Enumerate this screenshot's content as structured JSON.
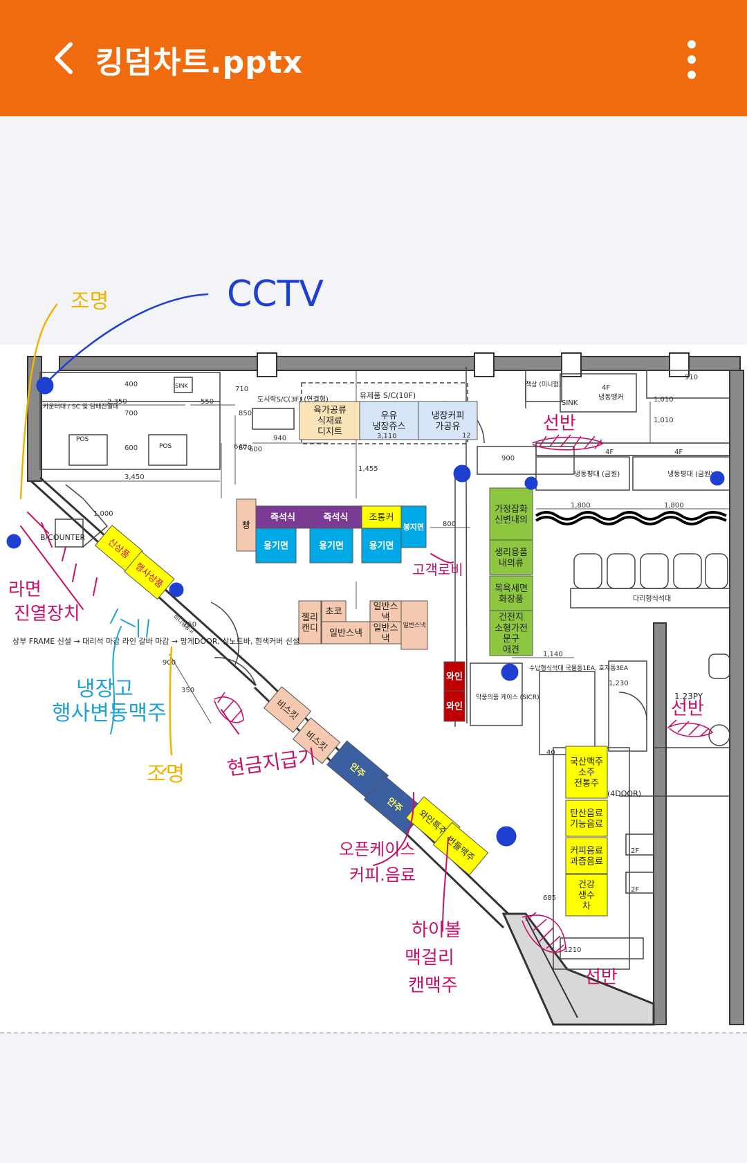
{
  "app_bar": {
    "title": "킹덤차트.pptx",
    "back_icon": "chevron-left-icon",
    "menu_icon": "more-vert-icon",
    "color": "#ef6b0e"
  },
  "plan": {
    "product_blocks": [
      {
        "label": "육가공류\n식재료\n디지트",
        "color": "#fbe3b8"
      },
      {
        "label": "우유\n냉장쥬스",
        "color": "#d6e6f6"
      },
      {
        "label": "냉장커피\n가공유",
        "color": "#d6e6f6"
      },
      {
        "label": "빵",
        "color": "#f5c9b0"
      },
      {
        "label": "즉석식",
        "color": "#7b3b94"
      },
      {
        "label": "즉석식",
        "color": "#7b3b94"
      },
      {
        "label": "조통커",
        "color": "#ffff00"
      },
      {
        "label": "봉지면",
        "color": "#00a8e6"
      },
      {
        "label": "용기면",
        "color": "#00a8e6"
      },
      {
        "label": "용기면",
        "color": "#00a8e6"
      },
      {
        "label": "용기면",
        "color": "#00a8e6"
      },
      {
        "label": "젤리\n캔디",
        "color": "#f5c9b0"
      },
      {
        "label": "초코",
        "color": "#f5c9b0"
      },
      {
        "label": "일반스낵",
        "color": "#f5c9b0"
      },
      {
        "label": "일반스\n낵",
        "color": "#f5c9b0"
      },
      {
        "label": "일반스\n낵",
        "color": "#f5c9b0"
      },
      {
        "label": "일반스낵",
        "color": "#f5c9b0"
      },
      {
        "label": "신상품",
        "color": "#ffff00"
      },
      {
        "label": "행사상품",
        "color": "#ffff00"
      },
      {
        "label": "비스킷",
        "color": "#f5c9b0"
      },
      {
        "label": "비스킷",
        "color": "#f5c9b0"
      },
      {
        "label": "안주",
        "color": "#3b5fa0"
      },
      {
        "label": "안주",
        "color": "#3b5fa0"
      },
      {
        "label": "와인특주",
        "color": "#ffff00"
      },
      {
        "label": "번들맥주",
        "color": "#ffff00"
      },
      {
        "label": "가정잡화\n신변내의",
        "color": "#8dc63f"
      },
      {
        "label": "생리용품\n내의류",
        "color": "#8dc63f"
      },
      {
        "label": "목욕세면\n화장품",
        "color": "#8dc63f"
      },
      {
        "label": "건전지\n소형가전\n문구\n애견",
        "color": "#8dc63f"
      },
      {
        "label": "와인",
        "color": "#c00000"
      },
      {
        "label": "와인",
        "color": "#c00000"
      },
      {
        "label": "국산맥주\n소주\n전통주",
        "color": "#ffff00"
      },
      {
        "label": "탄산음료\n기능음료",
        "color": "#ffff00"
      },
      {
        "label": "커피음료\n과즙음료",
        "color": "#ffff00"
      },
      {
        "label": "건강\n생수\n차",
        "color": "#ffff00"
      }
    ],
    "labels": {
      "showcase_top": "유제품 S/C(10F)",
      "showcase_top_left": "도시락S/C(3F)\n(연결형)",
      "sink": "SINK",
      "sink2": "SINK",
      "counter_text": "카운터대 / SC 및\n담배진열대",
      "pos": "POS",
      "pos2": "POS",
      "b_counter": "B/COUNTER",
      "frame_note": "상부 FRAME 신설\n→ 대리석 마감 라인 갈바 마감\n→ 망게DOOR, 상노트바, 흰색커버 신설",
      "mini_fridge": "미니냉동고",
      "frozen1": "냉동평대\n(금원)",
      "frozen2": "냉동평대\n(금원)",
      "frozen_wall": "냉동앵커",
      "multi_case": "다리형식석대",
      "cashier_note": "수납형식석대\n국물통1EA, 호지통3EA",
      "pharmacy": "약품의품\n케이스\n(SICR)",
      "reach_in": "(4DOOR)",
      "area": "1.23PY",
      "corner": "책상\n(미니형)",
      "dims": [
        "2,350",
        "550",
        "3,450",
        "640",
        "600",
        "940",
        "1,455",
        "800",
        "900",
        "1,800",
        "1,800",
        "1,140",
        "1,230",
        "1,010",
        "910",
        "685",
        "1210",
        "1,000",
        "900",
        "4F",
        "4F",
        "4F",
        "2F",
        "2F",
        "40",
        "710",
        "850",
        "670",
        "400",
        "700",
        "600",
        "3,110",
        "1,010",
        "350",
        "250",
        "12"
      ]
    },
    "handwriting": {
      "lighting_top": "조명",
      "cctv": "CCTV",
      "shelf_top": "선반",
      "ramen_display": "라면\n진열장치",
      "fridge_promo": "냉장고\n행사변동맥주",
      "lighting_bottom": "조명",
      "sales_counter": "현금지급기",
      "customer_hall": "고객로비",
      "open_case": "오픈케이스\n커피.음료",
      "highball": "하이볼\n맥걸리\n캔맥주",
      "shelf_mid": "선반",
      "shelf_bottom": "선반"
    }
  }
}
